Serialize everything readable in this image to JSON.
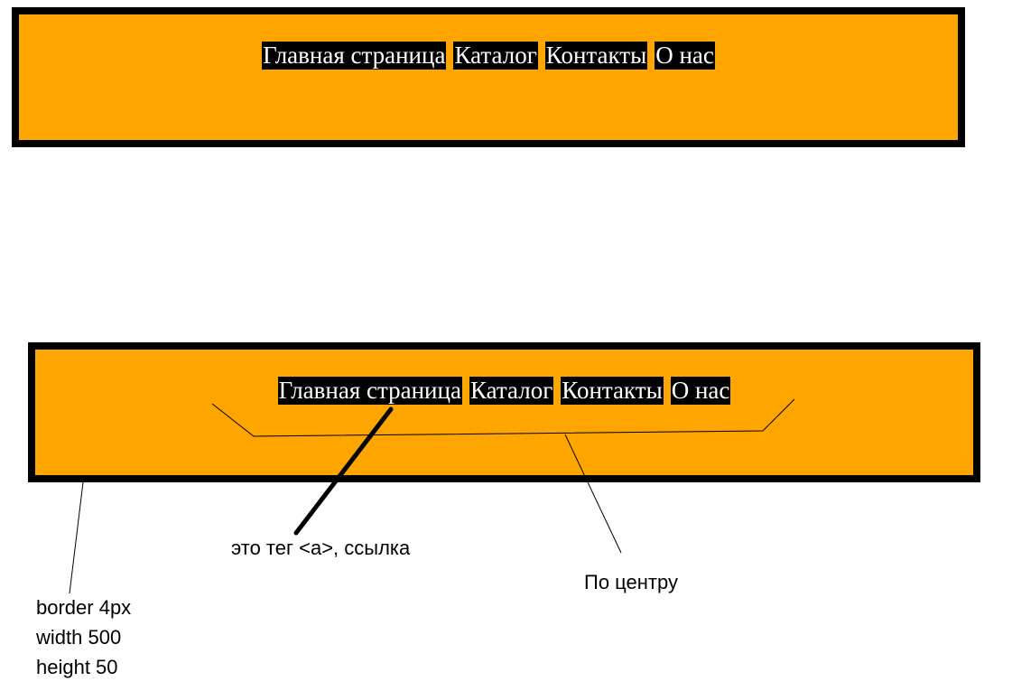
{
  "top_menu": {
    "links": [
      "Главная страница",
      "Каталог",
      "Контакты",
      "О нас"
    ]
  },
  "bottom_menu": {
    "links": [
      "Главная страница",
      "Каталог",
      "Контакты",
      "О нас"
    ]
  },
  "annotations": {
    "link_note": "это тег <a>, ссылка",
    "center_note": "По центру",
    "dims_lines": [
      "border 4px",
      "width 500",
      "height 50"
    ]
  },
  "colors": {
    "menu_background": "#FFA500",
    "border": "#000000",
    "link_background": "#000000",
    "link_text": "#FFFFFF"
  }
}
